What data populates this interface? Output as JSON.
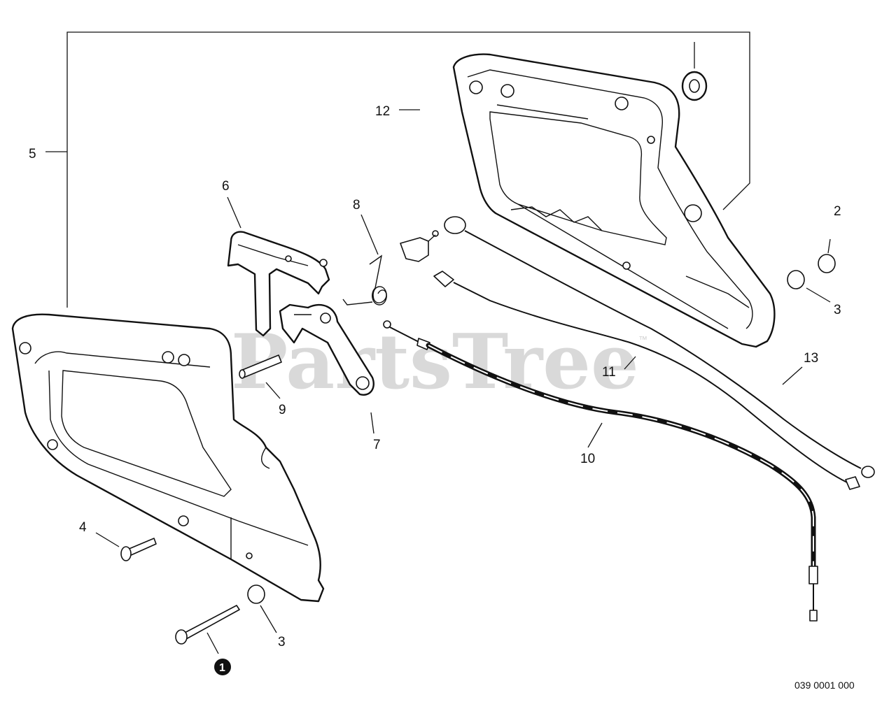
{
  "watermark": {
    "text": "PartsTree",
    "trademark": "™"
  },
  "diagram_code": "039 0001 000",
  "callouts": {
    "c1": "1",
    "c2": "2",
    "c3a": "3",
    "c3b": "3",
    "c4": "4",
    "c5": "5",
    "c6": "6",
    "c7": "7",
    "c8": "8",
    "c9": "9",
    "c10": "10",
    "c11": "11",
    "c12": "12",
    "c13": "13"
  }
}
